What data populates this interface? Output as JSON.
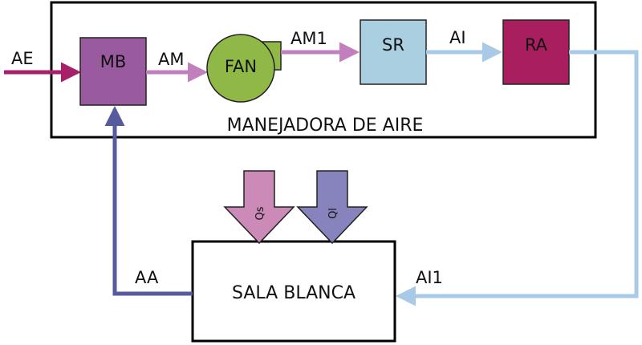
{
  "diagram": {
    "handler_label": "MANEJADORA DE AIRE",
    "room_label": "SALA BLANCA",
    "nodes": {
      "mb": {
        "label": "MB",
        "color": "#9a5aa0"
      },
      "fan": {
        "label": "FAN",
        "color": "#8fb847"
      },
      "sr": {
        "label": "SR",
        "color": "#a9cfe0"
      },
      "ra": {
        "label": "RA",
        "color": "#a81e5e"
      }
    },
    "flows": {
      "ae": {
        "label": "AE",
        "color": "#a8206a"
      },
      "am": {
        "label": "AM",
        "color": "#c27fbd"
      },
      "am1": {
        "label": "AM1",
        "color": "#c27fbd"
      },
      "ai": {
        "label": "AI",
        "color": "#a9cae6"
      },
      "ai1": {
        "label": "AI1",
        "color": "#a9cae6"
      },
      "aa": {
        "label": "AA",
        "color": "#565a9e"
      }
    },
    "loads": {
      "qs": {
        "label": "Qs",
        "color": "#cc8ab8"
      },
      "ql": {
        "label": "Ql",
        "color": "#8783bd"
      }
    }
  }
}
